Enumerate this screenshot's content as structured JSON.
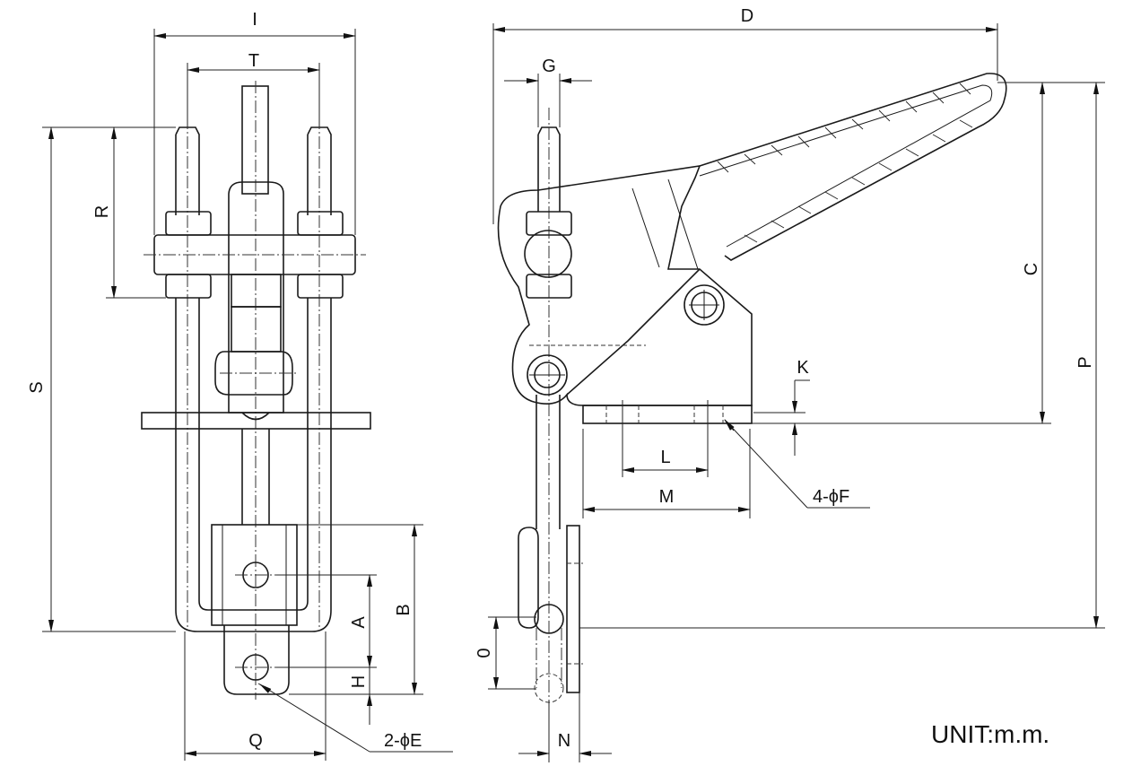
{
  "drawing": {
    "subject": "Vertical toggle clamp — front view and side view dimension drawing",
    "unit_note": "UNIT:m.m.",
    "front_view": {
      "dimensions": {
        "I": "I",
        "T": "T",
        "R": "R",
        "S": "S",
        "A": "A",
        "B": "B",
        "H": "H",
        "Q": "Q",
        "hole": "2-ϕE"
      }
    },
    "side_view": {
      "dimensions": {
        "D": "D",
        "G": "G",
        "C": "C",
        "P": "P",
        "K": "K",
        "L": "L",
        "M": "M",
        "O": "0",
        "N": "N",
        "hole": "4-ϕF"
      }
    }
  }
}
